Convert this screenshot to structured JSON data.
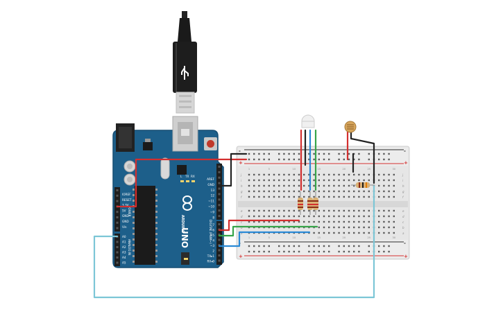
{
  "arduino": {
    "logo_text": "ARDUINO",
    "model": "UNO",
    "digital_label": "DIGITAL (PWM~)",
    "power_header": "POWER",
    "analog_header": "ANALOG IN",
    "top_pins": [
      "AREF",
      "GND",
      "13",
      "12",
      "~11",
      "~10",
      "~9",
      "8"
    ],
    "lower_pins": [
      "7",
      "~6",
      "~5",
      "4",
      "~3",
      "2",
      "TX▸1",
      "RX◂0"
    ],
    "power_pins": [
      "IOREF",
      "RESET",
      "3.3V",
      "5V",
      "GND",
      "GND",
      "Vin"
    ],
    "analog_pins": [
      "A0",
      "A1",
      "A2",
      "A3",
      "A4",
      "A5"
    ],
    "led_labels": [
      "L",
      "TX",
      "RX"
    ],
    "on_label": "ON"
  },
  "breadboard": {
    "row_letters_top": [
      "j",
      "i",
      "h",
      "g",
      "f"
    ],
    "row_letters_bottom": [
      "e",
      "d",
      "c",
      "b",
      "a"
    ],
    "column_numbers": [
      "1",
      "5",
      "10",
      "15",
      "20",
      "25",
      "30"
    ],
    "rail_plus": "+",
    "rail_minus": "-"
  },
  "colors": {
    "board": "#1d5f8a",
    "board_dark": "#174e73",
    "wire_red": "#d32f2f",
    "wire_black": "#222222",
    "wire_green": "#37a44a",
    "wire_blue": "#2a8ad6",
    "wire_cyan": "#7cc6d6",
    "breadboard": "#e6e6e6",
    "resistor": "#d9b074"
  }
}
